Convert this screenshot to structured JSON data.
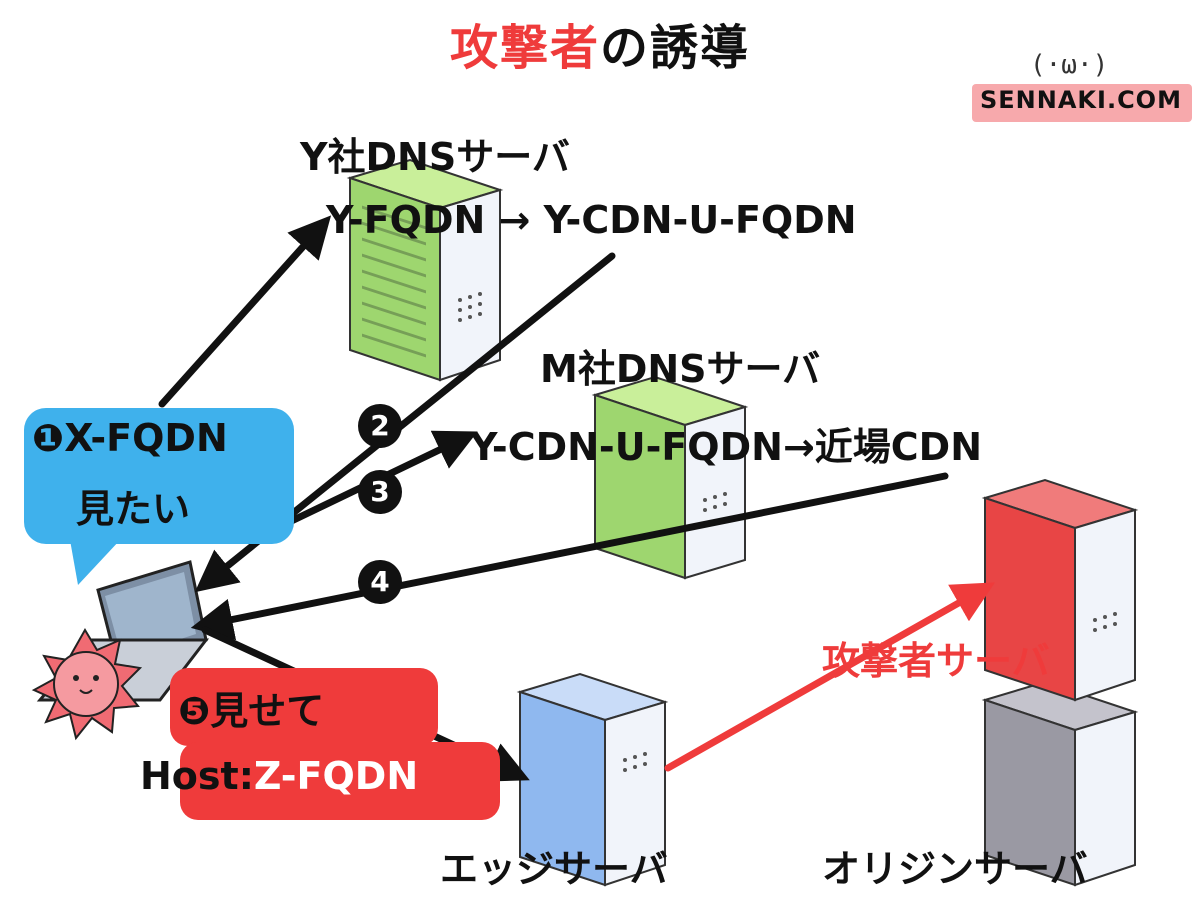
{
  "title": {
    "red": "攻撃者",
    "black": "の誘導"
  },
  "logo": {
    "face": "(·ω·)",
    "text": "SENNAKI.COM"
  },
  "servers": {
    "y_dns": {
      "name": "Y社DNSサーバ",
      "record": "Y-FQDN → Y-CDN-U-FQDN"
    },
    "m_dns": {
      "name": "M社DNSサーバ",
      "record": "Y-CDN-U-FQDN→近場CDN"
    },
    "attacker": {
      "name": "攻撃者サーバ"
    },
    "edge": {
      "name": "エッジサーバ"
    },
    "origin": {
      "name": "オリジンサーバ"
    }
  },
  "steps": {
    "s1": {
      "mark": "❶",
      "line1": "X-FQDN",
      "line2": "見たい"
    },
    "s2": {
      "mark": "2"
    },
    "s3": {
      "mark": "3"
    },
    "s4": {
      "mark": "4"
    },
    "s5": {
      "mark": "❺",
      "line1": "見せて",
      "host_label": "Host:",
      "host_value": "Z-FQDN"
    }
  },
  "colors": {
    "accent_red": "#ef3b3b",
    "bubble_blue": "#3fb1ec",
    "server_green": "#9ed66f",
    "server_blue": "#8fb8ef",
    "server_red": "#e84545",
    "server_gray": "#9a99a3"
  },
  "icons": [
    "laptop-icon",
    "virus-character-icon",
    "server-rack-icon",
    "arrow-icon"
  ]
}
